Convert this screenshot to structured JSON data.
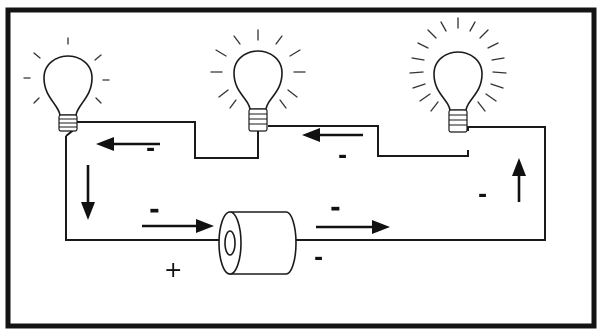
{
  "labels": {
    "minus_sign": "-",
    "plus_sign": "+"
  },
  "bulbs": [
    {
      "name": "left-bulb",
      "glow": "dim"
    },
    {
      "name": "middle-bulb",
      "glow": "medium"
    },
    {
      "name": "right-bulb",
      "glow": "bright"
    }
  ],
  "colors": {
    "line": "#1a1a1a",
    "background": "#ffffff"
  }
}
